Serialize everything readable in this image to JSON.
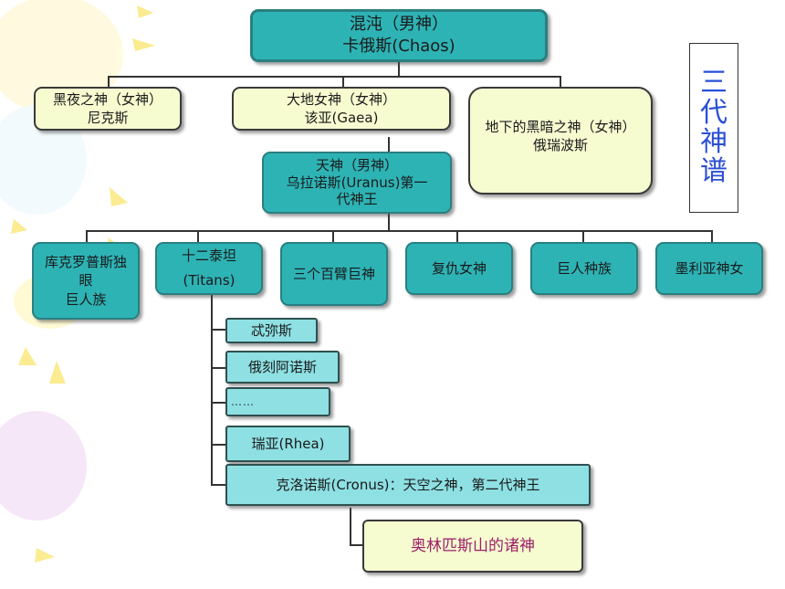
{
  "title_chars": [
    "三",
    "代",
    "神",
    "谱"
  ],
  "chaos": {
    "line1": "混沌（男神）",
    "line2": "卡俄斯(Chaos)"
  },
  "nyx": {
    "line1": "黑夜之神（女神）",
    "line2": "尼克斯"
  },
  "gaea": {
    "line1": "大地女神（女神）",
    "line2": "该亚(Gaea)"
  },
  "erebus": {
    "line1": "地下的黑暗之神（女神）",
    "line2": "俄瑞波斯"
  },
  "uranus": {
    "line1": "天神（男神）",
    "line2": "乌拉诺斯(Uranus)第一",
    "line3": "代神王"
  },
  "children": [
    {
      "line1": "库克罗普斯独",
      "line2": "眼",
      "line3": "巨人族"
    },
    {
      "line1": "十二泰坦",
      "line2": "(Titans)"
    },
    {
      "line1": "三个百臂巨神"
    },
    {
      "line1": "复仇女神"
    },
    {
      "line1": "巨人种族"
    },
    {
      "line1": "墨利亚神女"
    }
  ],
  "titans": [
    {
      "label": "忒弥斯"
    },
    {
      "label": "俄刻阿诺斯"
    },
    {
      "label": "……"
    },
    {
      "label": "瑞亚(Rhea)"
    },
    {
      "label": "克洛诺斯(Cronus)：天空之神，第二代神王"
    }
  ],
  "olympians": {
    "label": "奥林匹斯山的诸神"
  }
}
